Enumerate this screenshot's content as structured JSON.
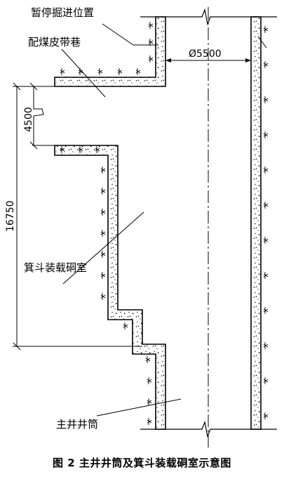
{
  "labels": {
    "stop_position": "暂停掘进位置",
    "coal_roadway": "配煤皮带巷",
    "diameter": "Ø5500",
    "dim_4500": "4500",
    "dim_16750": "16750",
    "skip_chamber": "箕斗装载硐室",
    "main_shaft": "主井井筒"
  },
  "caption": "图 2  主井井筒及箕斗装载硐室示意图"
}
